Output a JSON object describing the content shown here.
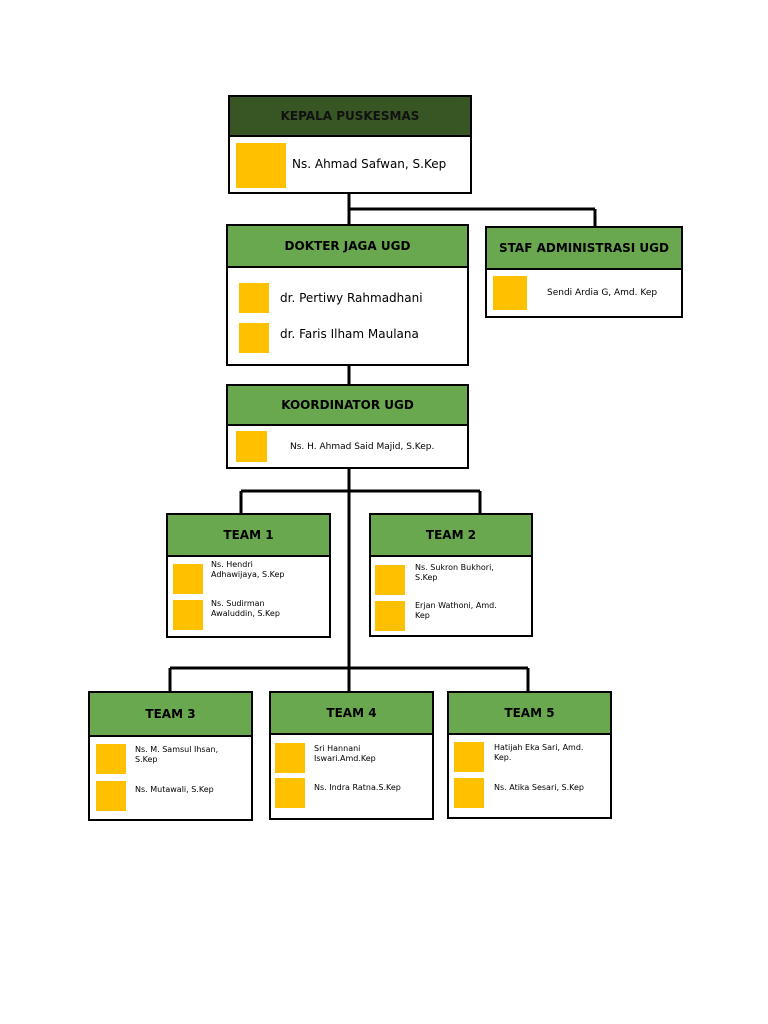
{
  "colors": {
    "header_dark": "#375623",
    "header_green": "#6aa84f",
    "photo_placeholder": "#ffc000",
    "border": "#000000"
  },
  "kepala": {
    "title": "KEPALA PUSKESMAS",
    "members": [
      "Ns. Ahmad Safwan, S.Kep"
    ]
  },
  "dokter": {
    "title": "DOKTER JAGA UGD",
    "members": [
      "dr. Pertiwy Rahmadhani",
      "dr. Faris Ilham Maulana"
    ]
  },
  "staf": {
    "title": "STAF ADMINISTRASI UGD",
    "members": [
      "Sendi Ardia G, Amd. Kep"
    ]
  },
  "koordinator": {
    "title": "KOORDINATOR UGD",
    "members": [
      "Ns. H. Ahmad Said Majid, S.Kep."
    ]
  },
  "team1": {
    "title": "TEAM 1",
    "members": [
      "Ns. Hendri\nAdhawijaya, S.Kep",
      "Ns. Sudirman\nAwaluddin, S.Kep"
    ]
  },
  "team2": {
    "title": "TEAM 2",
    "members": [
      "Ns. Sukron Bukhori,\nS.Kep",
      "Erjan Wathoni, Amd.\nKep"
    ]
  },
  "team3": {
    "title": "TEAM 3",
    "members": [
      "Ns. M. Samsul Ihsan,\nS.Kep",
      "Ns. Mutawali, S.Kep"
    ]
  },
  "team4": {
    "title": "TEAM 4",
    "members": [
      "Sri Hannani\nIswari.Amd.Kep",
      "Ns. Indra Ratna.S.Kep"
    ]
  },
  "team5": {
    "title": "TEAM 5",
    "members": [
      "Hatijah Eka Sari, Amd.\nKep.",
      "Ns. Atika Sesari, S.Kep"
    ]
  }
}
